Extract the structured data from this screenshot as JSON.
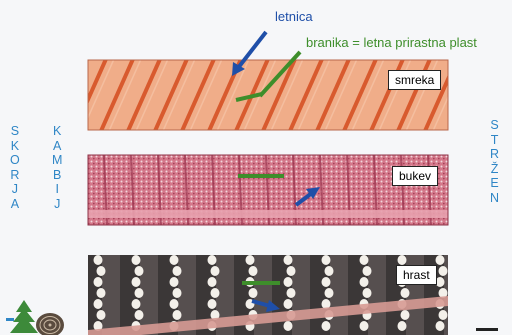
{
  "annotations": {
    "ring": "letnica",
    "latewood": "branika = letna prirastna plast"
  },
  "left_labels": {
    "bark": [
      "S",
      "K",
      "O",
      "R",
      "J",
      "A"
    ],
    "cambium": [
      "K",
      "A",
      "M",
      "B",
      "I",
      "J"
    ]
  },
  "right_labels": {
    "pith": [
      "S",
      "T",
      "R",
      "Ž",
      "E",
      "N"
    ]
  },
  "samples": [
    {
      "label": "smreka"
    },
    {
      "label": "bukev"
    },
    {
      "label": "hrast"
    }
  ],
  "colors": {
    "label_blue": "#2f86c6",
    "arrow_blue": "#1f4fa8",
    "marker_green": "#3e8e2b",
    "spruce_bg": "#eea783",
    "spruce_ring": "#d8582c",
    "beech_bg": "#c95a72",
    "oak_bg": "#3a3636"
  },
  "icons": [
    "tree-icon",
    "trunk-crosssection-icon"
  ]
}
